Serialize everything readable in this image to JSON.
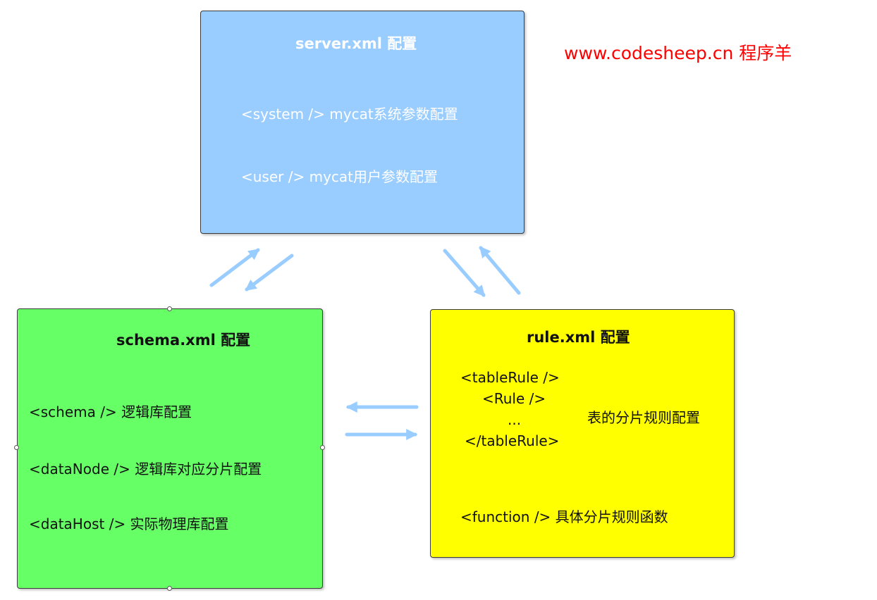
{
  "watermark": "www.codesheep.cn 程序羊",
  "server": {
    "title": "server.xml 配置",
    "line1": "<system />  mycat系统参数配置",
    "line2": "<user /> mycat用户参数配置"
  },
  "schema": {
    "title": "schema.xml 配置",
    "line1": "<schema />  逻辑库配置",
    "line2": "<dataNode />  逻辑库对应分片配置",
    "line3": "<dataHost />  实际物理库配置"
  },
  "rule": {
    "title": "rule.xml 配置",
    "code1": "<tableRule />",
    "code2": "<Rule />",
    "code3": "...",
    "code4": "</tableRule>",
    "desc1": "表的分片规则配置",
    "line2": "<function />  具体分片规则函数"
  },
  "colors": {
    "server_fill": "#99ccff",
    "schema_fill": "#66ff66",
    "rule_fill": "#ffff00",
    "arrow": "#99ccff",
    "watermark": "#ff0000"
  }
}
